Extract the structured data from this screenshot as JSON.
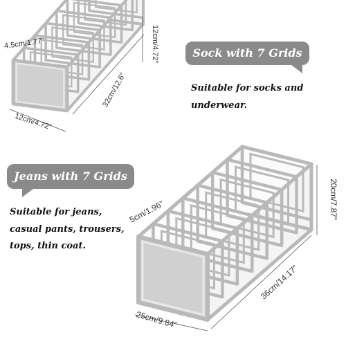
{
  "sock_organizer": {
    "title": "Sock with 7 Grids",
    "description_lines": [
      "Suitable for socks and",
      "underwear."
    ],
    "dim_grid_width": "4.5cm/1.77”",
    "dim_height": "12cm/4.72”",
    "dim_length": "32cm/12.6”",
    "dim_depth": "12cm/4.72”"
  },
  "jeans_organizer": {
    "title": "Jeans with 7 Grids",
    "description_lines": [
      "Suitable for jeans,",
      "casual pants, trousers,",
      "tops, thin coat."
    ],
    "dim_grid_width": "5cm/1.96”",
    "dim_height": "20cm/7.87”",
    "dim_length": "36cm/14.17”",
    "dim_depth": "25cm/9.84”"
  },
  "colors": {
    "bubble": "#8a8a8a",
    "outline": "#b9b9b9",
    "box_fill": "#d0d0d0",
    "text": "#111111"
  },
  "icons": [
    "sock-organizer-illustration",
    "jeans-organizer-illustration"
  ]
}
